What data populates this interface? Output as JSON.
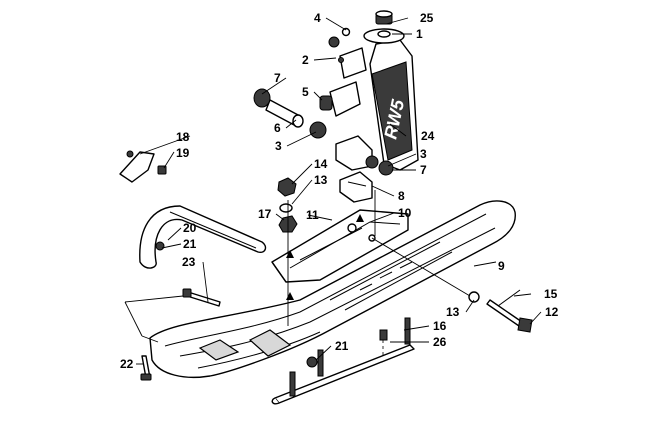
{
  "diagram": {
    "callouts": [
      {
        "id": "c1",
        "text": "1"
      },
      {
        "id": "c2",
        "text": "2"
      },
      {
        "id": "c3a",
        "text": "3"
      },
      {
        "id": "c3b",
        "text": "3"
      },
      {
        "id": "c4",
        "text": "4"
      },
      {
        "id": "c5",
        "text": "5"
      },
      {
        "id": "c6",
        "text": "6"
      },
      {
        "id": "c7a",
        "text": "7"
      },
      {
        "id": "c7b",
        "text": "7"
      },
      {
        "id": "c8",
        "text": "8"
      },
      {
        "id": "c9",
        "text": "9"
      },
      {
        "id": "c10",
        "text": "10"
      },
      {
        "id": "c11",
        "text": "11"
      },
      {
        "id": "c12",
        "text": "12"
      },
      {
        "id": "c13a",
        "text": "13"
      },
      {
        "id": "c13b",
        "text": "13"
      },
      {
        "id": "c14",
        "text": "14"
      },
      {
        "id": "c15",
        "text": "15"
      },
      {
        "id": "c16",
        "text": "16"
      },
      {
        "id": "c17",
        "text": "17"
      },
      {
        "id": "c18",
        "text": "18"
      },
      {
        "id": "c19",
        "text": "19"
      },
      {
        "id": "c20",
        "text": "20"
      },
      {
        "id": "c21a",
        "text": "21"
      },
      {
        "id": "c21b",
        "text": "21"
      },
      {
        "id": "c22",
        "text": "22"
      },
      {
        "id": "c23",
        "text": "23"
      },
      {
        "id": "c24",
        "text": "24"
      },
      {
        "id": "c25",
        "text": "25"
      },
      {
        "id": "c26",
        "text": "26"
      }
    ],
    "spindle_decal": "RW5"
  }
}
